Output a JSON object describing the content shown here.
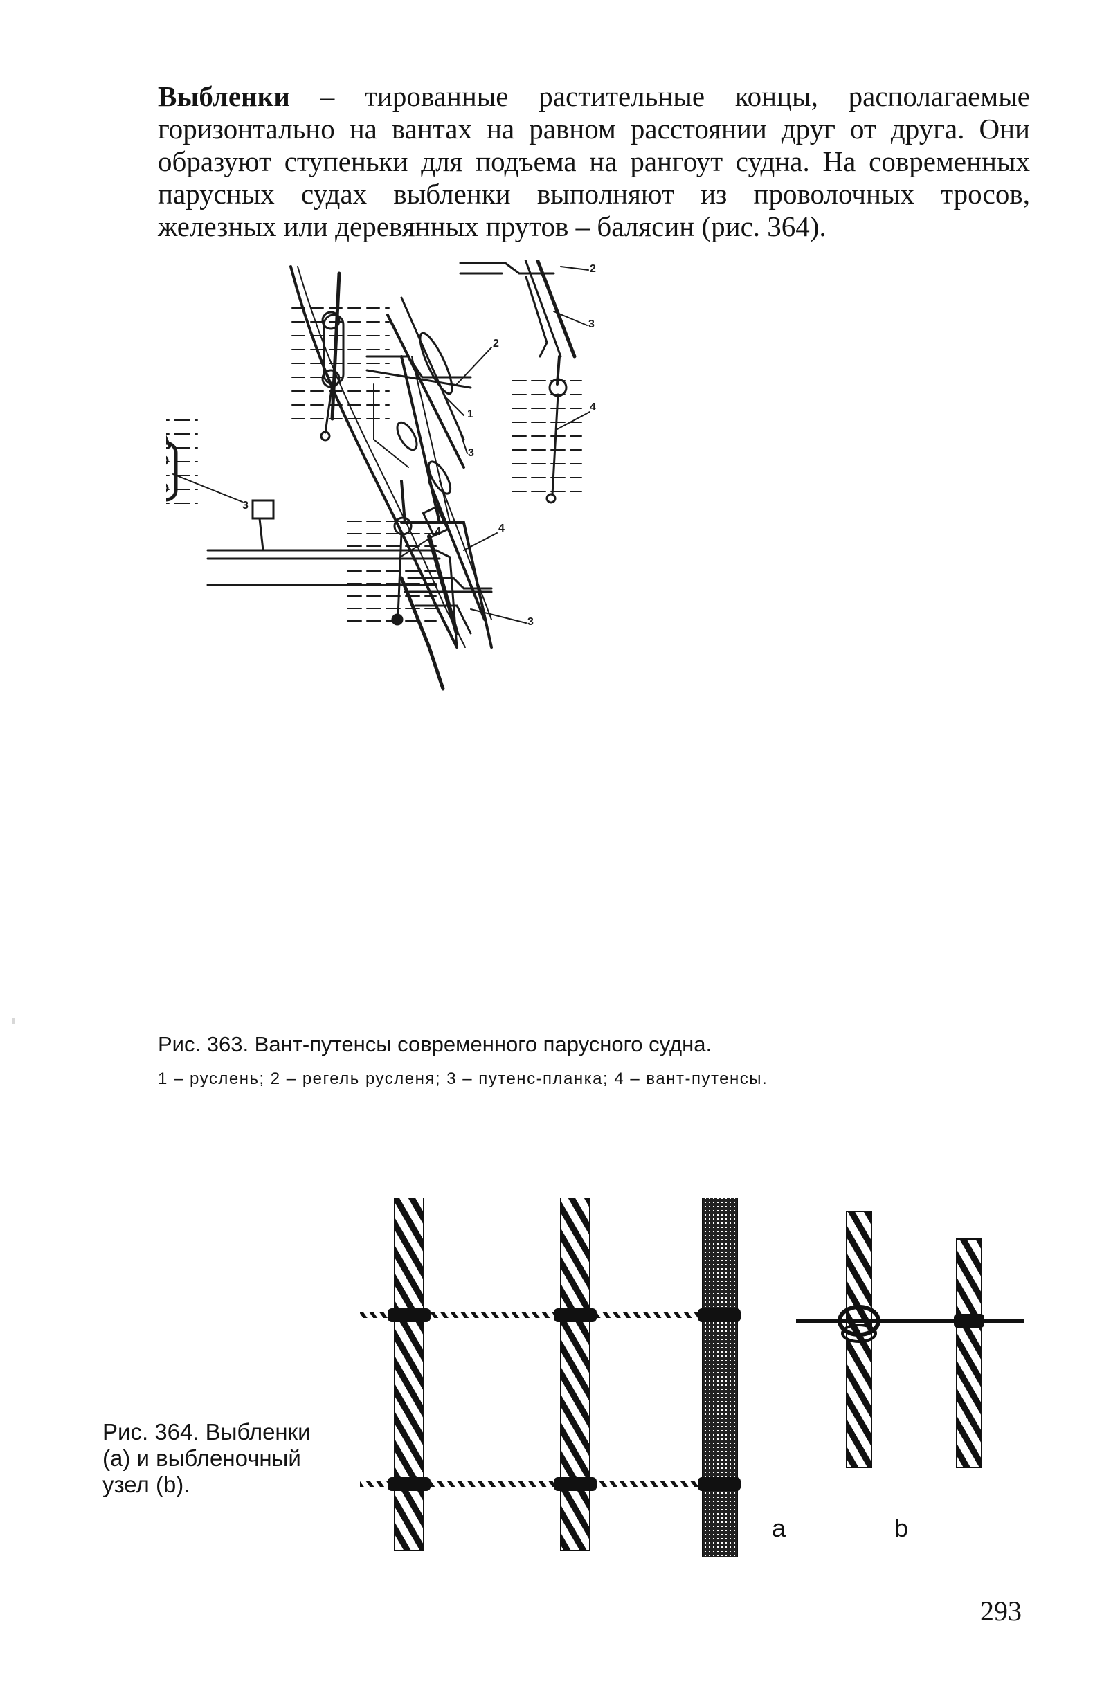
{
  "intro": {
    "term": "Выбленки",
    "text": " – тированные растительные концы, располагаемые горизонтально на вантах на равном расстоянии друг от друга. Они образуют ступеньки для подъема на рангоут судна. На современных парусных судах выбленки выполняют из проволочных тросов, железных или деревянных прутов – балясин (рис. 364)."
  },
  "figure363": {
    "callouts": [
      "1",
      "2",
      "3",
      "4"
    ],
    "caption_title": "Рис. 363. Вант-путенсы современного парусного судна.",
    "caption_legend": "1 – руслень; 2 – регель русленя; 3 – путенс-планка; 4 – вант-путенсы."
  },
  "figure364": {
    "caption": "Рис. 364. Выбленки (а) и выбленочный узел (b).",
    "label_a": "a",
    "label_b": "b"
  },
  "page_number": "293"
}
